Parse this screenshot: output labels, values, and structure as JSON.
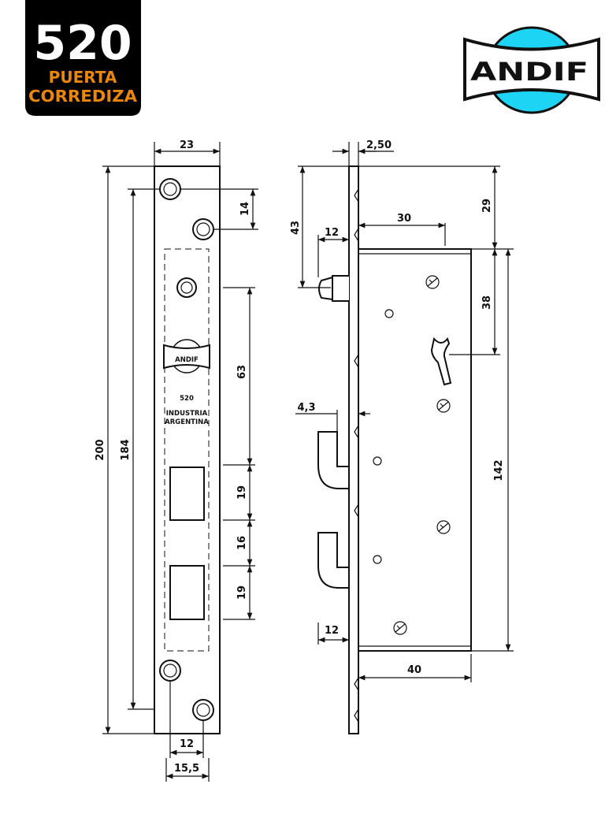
{
  "badge": {
    "model": "520",
    "line1": "PUERTA",
    "line2": "CORREDIZA",
    "bg_color": "#000000",
    "accent_color": "#e8870c"
  },
  "logo": {
    "brand": "ANDIF",
    "circle_color": "#1ed4f5"
  },
  "faceplate": {
    "logo_text": "ANDIF",
    "model": "520",
    "origin1": "INDUSTRIA",
    "origin2": "ARGENTINA"
  },
  "dimensions": {
    "width_top": "23",
    "total_height": "200",
    "screw_span": "184",
    "hole_offset": "14",
    "upper_gap": "63",
    "window1": "19",
    "window_gap": "16",
    "window2": "19",
    "hole_spacing_bottom": "12",
    "bottom_span": "15,5",
    "plate_thickness": "2,50",
    "latch_height": "43",
    "latch_projection": "12",
    "cam_offset": "30",
    "body_top": "29",
    "cam_height": "38",
    "body_height": "142",
    "hook_offset": "4,3",
    "hook_projection": "12",
    "body_depth": "40"
  }
}
